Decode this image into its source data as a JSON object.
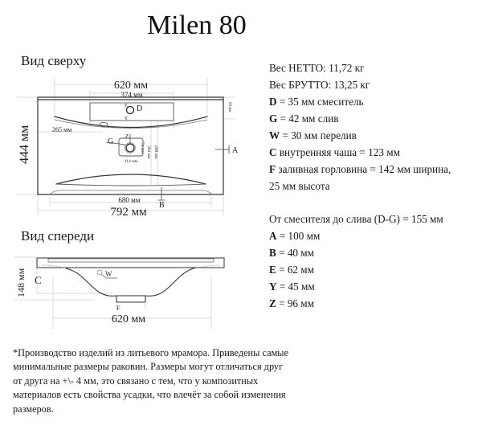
{
  "title": "Milen 80",
  "views": {
    "top": {
      "label": "Вид сверху",
      "dims": {
        "width_inner": "620 мм",
        "faucet_area": "374 мм",
        "depth": "444 мм",
        "left_offset": "265 мм",
        "right_small": "90 мм",
        "drain_w": "114 мм",
        "drain_h": "74 мм",
        "v1": "304 мм",
        "v2": "200 мм",
        "front_edge": "680 мм",
        "total_width": "792 мм"
      },
      "markers": {
        "E": "E",
        "D": "D",
        "Y": "Y",
        "Z": "Z",
        "G": "G",
        "A": "A",
        "B": "B"
      }
    },
    "front": {
      "label": "Вид спереди",
      "dims": {
        "height": "148 мм",
        "bottom_width": "620 мм"
      },
      "markers": {
        "C": "C",
        "W": "W",
        "F": "F"
      }
    }
  },
  "specs": [
    {
      "key": "",
      "text": "Вес НЕТТО: 11,72 кг"
    },
    {
      "key": "",
      "text": "Вес БРУТТО: 13,25 кг"
    },
    {
      "key": "D",
      "text": " = 35 мм смеситель"
    },
    {
      "key": "G",
      "text": " = 42 мм слив"
    },
    {
      "key": "W",
      "text": " = 30 мм перелив"
    },
    {
      "key": "C",
      "text": " внутренняя чаша = 123 мм"
    },
    {
      "key": "F",
      "text": " заливная горловина = 142 мм ширина,"
    },
    {
      "key": "",
      "text": "25 мм высота"
    }
  ],
  "specs2": [
    {
      "key": "",
      "text": "От смесителя до слива (D-G) = 155 мм"
    },
    {
      "key": "A",
      "text": " = 100 мм"
    },
    {
      "key": "B",
      "text": " = 40 мм"
    },
    {
      "key": "E",
      "text": " = 62 мм"
    },
    {
      "key": "Y",
      "text": " = 45 мм"
    },
    {
      "key": "Z",
      "text": " = 96 мм"
    }
  ],
  "note": "*Производство изделий из литьевого мрамора. Приведены самые минимальные размеры раковин. Размеры могут отличаться друг от друга на +\\- 4 мм, это связано с тем, что у композитных материалов есть свойства усадки, что влечёт за собой изменения размеров."
}
